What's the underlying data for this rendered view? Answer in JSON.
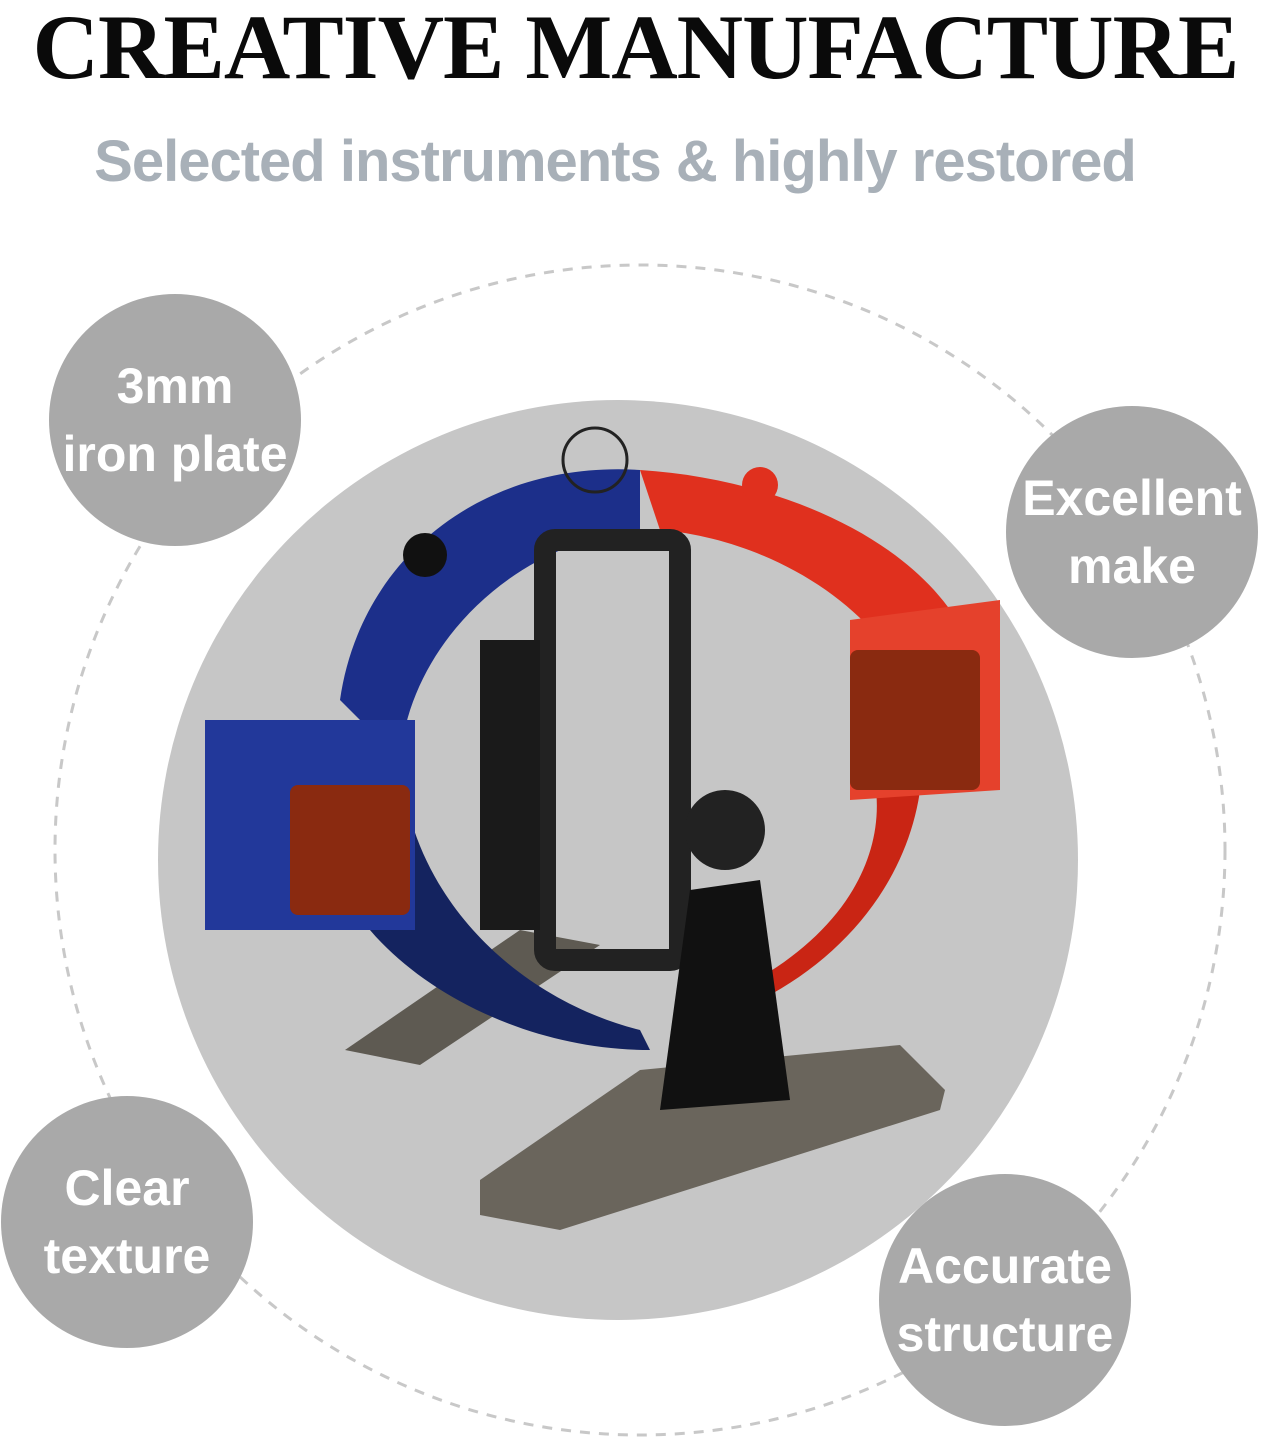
{
  "header": {
    "title": "CREATIVE MANUFACTURE",
    "subtitle": "Selected instruments & highly restored"
  },
  "features": [
    {
      "line1": "3mm",
      "line2": "iron plate"
    },
    {
      "line1": "Excellent",
      "line2": "make"
    },
    {
      "line1": "Clear",
      "line2": "texture"
    },
    {
      "line1": "Accurate",
      "line2": "structure"
    }
  ],
  "colors": {
    "badge": "#a9a9a9",
    "disc": "#c6c6c6",
    "blue_pole": "#1c2f8a",
    "red_pole": "#e0301e",
    "base": "#5e5a52"
  }
}
